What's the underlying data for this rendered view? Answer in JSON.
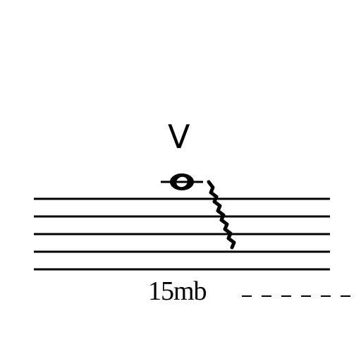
{
  "marker": {
    "symbol": "V",
    "symbol_name": "up-bow-icon"
  },
  "note": {
    "type": "whole-note",
    "ledger_line": true
  },
  "staff": {
    "line_count": 5
  },
  "glissando": {
    "style": "wavy-line"
  },
  "octave_marking": {
    "label": "15mb",
    "extension": "dashed-line"
  },
  "colors": {
    "ink": "#000000",
    "background": "#ffffff"
  }
}
